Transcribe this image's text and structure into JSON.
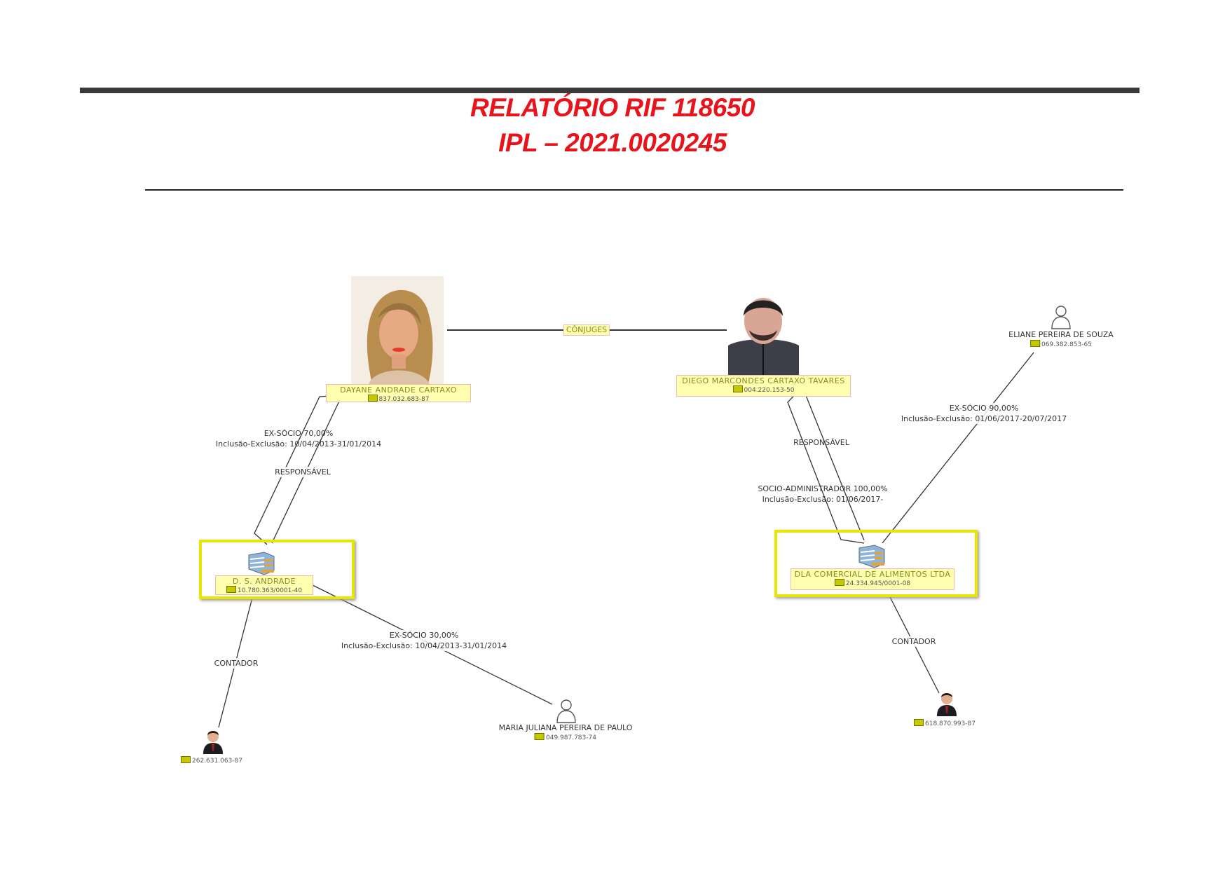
{
  "header": {
    "title_line1": "RELATÓRIO RIF 118650",
    "title_line2": "IPL – 2021.0020245"
  },
  "nodes": {
    "dayane": {
      "name": "DAYANE ANDRADE CARTAXO",
      "doc": "837.032.683-87"
    },
    "diego": {
      "name": "DIEGO MARCONDES CARTAXO TAVARES",
      "doc": "004.220.153-50"
    },
    "eliane": {
      "name": "ELIANE PEREIRA DE SOUZA",
      "doc": "069.382.853-65"
    },
    "ds_andrade": {
      "name": "D. S. ANDRADE",
      "doc": "10.780.363/0001-40"
    },
    "dla": {
      "name": "DLA COMERCIAL DE ALIMENTOS LTDA",
      "doc": "24.334.945/0001-08"
    },
    "maria": {
      "name": "MARIA JULIANA PEREIRA DE PAULO",
      "doc": "049.987.783-74"
    },
    "accountant_left": {
      "doc": "262.631.063-87"
    },
    "accountant_right": {
      "doc": "618.870.993-87"
    }
  },
  "edges": {
    "conjuges": "CÔNJUGES",
    "dayane_ds_socio": {
      "role": "EX-SÓCIO 70,00%",
      "period": "Inclusão-Exclusão: 10/04/2013-31/01/2014"
    },
    "dayane_ds_resp": "RESPONSÁVEL",
    "ds_contador": "CONTADOR",
    "ds_maria": {
      "role": "EX-SÓCIO 30,00%",
      "period": "Inclusão-Exclusão: 10/04/2013-31/01/2014"
    },
    "diego_dla_resp": "RESPONSÁVEL",
    "diego_dla_socio": {
      "role": "SOCIO-ADMINISTRADOR 100,00%",
      "period": "Inclusão-Exclusão: 01/06/2017-"
    },
    "eliane_dla": {
      "role": "EX-SÓCIO 90,00%",
      "period": "Inclusão-Exclusão: 01/06/2017-20/07/2017"
    },
    "dla_contador": "CONTADOR"
  },
  "colors": {
    "title": "#e8141c",
    "highlight": "#e6e600",
    "label_bg": "#ffffb0"
  }
}
